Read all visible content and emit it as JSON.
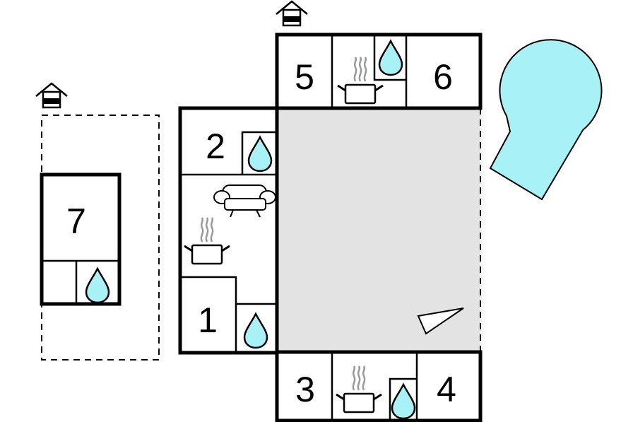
{
  "rooms": {
    "r1": "1",
    "r2": "2",
    "r3": "3",
    "r4": "4",
    "r5": "5",
    "r6": "6",
    "r7": "7"
  },
  "icons": {
    "bathroom": "water-drop-icon",
    "kitchen": "cooking-pot-icon",
    "living": "sofa-icon",
    "entrance": "house-entrance-icon",
    "orientation": "compass-arrow-icon"
  },
  "colors": {
    "water": "#a8f2f7",
    "terrace": "#e3e3e3",
    "walls": "#000000"
  }
}
